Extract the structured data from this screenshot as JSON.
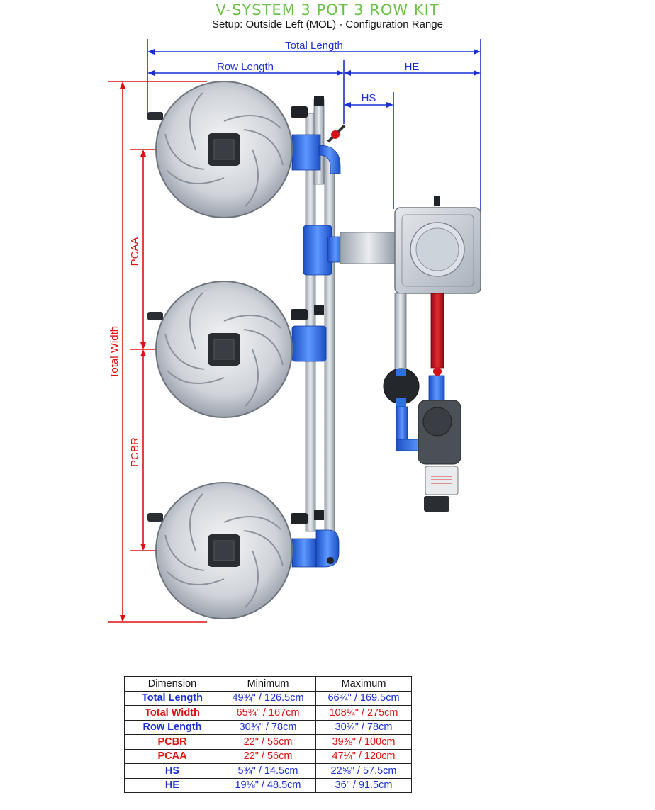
{
  "title": "V-SYSTEM 3 POT 3 ROW KIT",
  "subtitle": "Setup: Outside Left (MOL) - Configuration Range",
  "labels": {
    "total_length": "Total Length",
    "row_length": "Row Length",
    "he": "HE",
    "hs": "HS",
    "total_width": "Total Width",
    "pcaa": "PCAA",
    "pcbr": "PCBR"
  },
  "colors": {
    "title_green": "#6cc04a",
    "dimension_blue": "#1a2ed6",
    "dimension_red": "#e01010",
    "pipe_blue": "#2f6fe0",
    "pump_red": "#c8141e"
  },
  "table": {
    "headers": [
      "Dimension",
      "Minimum",
      "Maximum"
    ],
    "rows": [
      {
        "name": "Total Length",
        "min": "49¾\" / 126.5cm",
        "max": "66¾\" / 169.5cm",
        "color": "blue"
      },
      {
        "name": "Total Width",
        "min": "65¾\" / 167cm",
        "max": "108¼\" / 275cm",
        "color": "red"
      },
      {
        "name": "Row Length",
        "min": "30¾\" / 78cm",
        "max": "30¾\" / 78cm",
        "color": "blue"
      },
      {
        "name": "PCBR",
        "min": "22\" / 56cm",
        "max": "39⅜\" / 100cm",
        "color": "red"
      },
      {
        "name": "PCAA",
        "min": "22\" / 56cm",
        "max": "47¼\" / 120cm",
        "color": "red"
      },
      {
        "name": "HS",
        "min": "5¾\" / 14.5cm",
        "max": "22⅝\" / 57.5cm",
        "color": "blue"
      },
      {
        "name": "HE",
        "min": "19⅛\" / 48.5cm",
        "max": "36\" / 91.5cm",
        "color": "blue"
      }
    ]
  }
}
